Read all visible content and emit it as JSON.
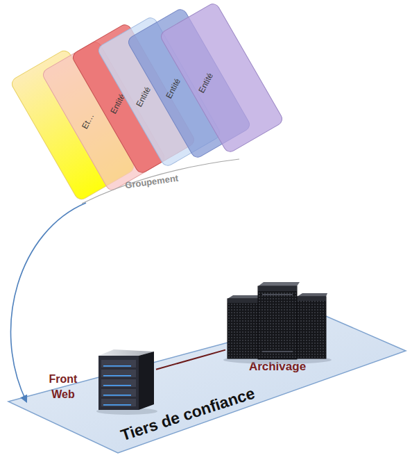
{
  "diagram": {
    "nodes": [
      {
        "text": [
          "Et…"
        ]
      },
      {
        "text": [
          "Entité"
        ]
      },
      {
        "text": [
          "Entité"
        ]
      },
      {
        "text": [
          "Entité"
        ]
      },
      {
        "text": [
          "Entité"
        ]
      },
      {
        "text": [
          "Tiers de confiance"
        ]
      },
      {
        "text": [
          "Front Web"
        ],
        "in": 5
      },
      {
        "text": [
          "Archivage"
        ],
        "in": 5
      }
    ],
    "edges": [
      {
        "from": 6,
        "to": 7,
        "arrow": "none"
      }
    ],
    "labels": [
      "Groupement"
    ]
  }
}
